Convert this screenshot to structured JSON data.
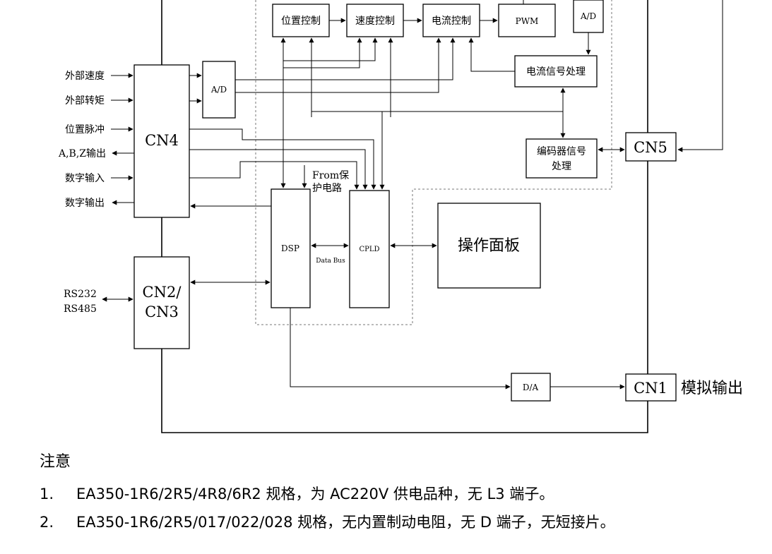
{
  "diagram": {
    "blocks": {
      "position_control": "位置控制",
      "speed_control": "速度控制",
      "current_control": "电流控制",
      "pwm": "PWM",
      "ad_top": "A/D",
      "current_signal": "电流信号处理",
      "ad_left": "A/D",
      "encoder_line1": "编码器信号",
      "encoder_line2": "处理",
      "cn4": "CN4",
      "cn5": "CN5",
      "cn23_line1": "CN2/",
      "cn23_line2": "CN3",
      "cn1": "CN1",
      "dsp": "DSP",
      "cpld": "CPLD",
      "panel": "操作面板",
      "da": "D/A"
    },
    "labels": {
      "ext_speed": "外部速度",
      "ext_torque": "外部转矩",
      "pos_pulse": "位置脉冲",
      "abz_out": "A,B,Z输出",
      "digital_in": "数字输入",
      "digital_out": "数字输出",
      "rs232": "RS232",
      "rs485": "RS485",
      "from_protect_line1": "From保",
      "from_protect_line2": "护电路",
      "data_bus": "Data Bus",
      "analog_out": "模拟输出"
    }
  },
  "notes": {
    "title": "注意",
    "items": [
      {
        "num": "1.",
        "text": "EA350-1R6/2R5/4R8/6R2 规格，为 AC220V 供电品种，无 L3 端子。"
      },
      {
        "num": "2.",
        "text": "EA350-1R6/2R5/017/022/028 规格，无内置制动电阻，无 D 端子，无短接片。"
      }
    ]
  }
}
